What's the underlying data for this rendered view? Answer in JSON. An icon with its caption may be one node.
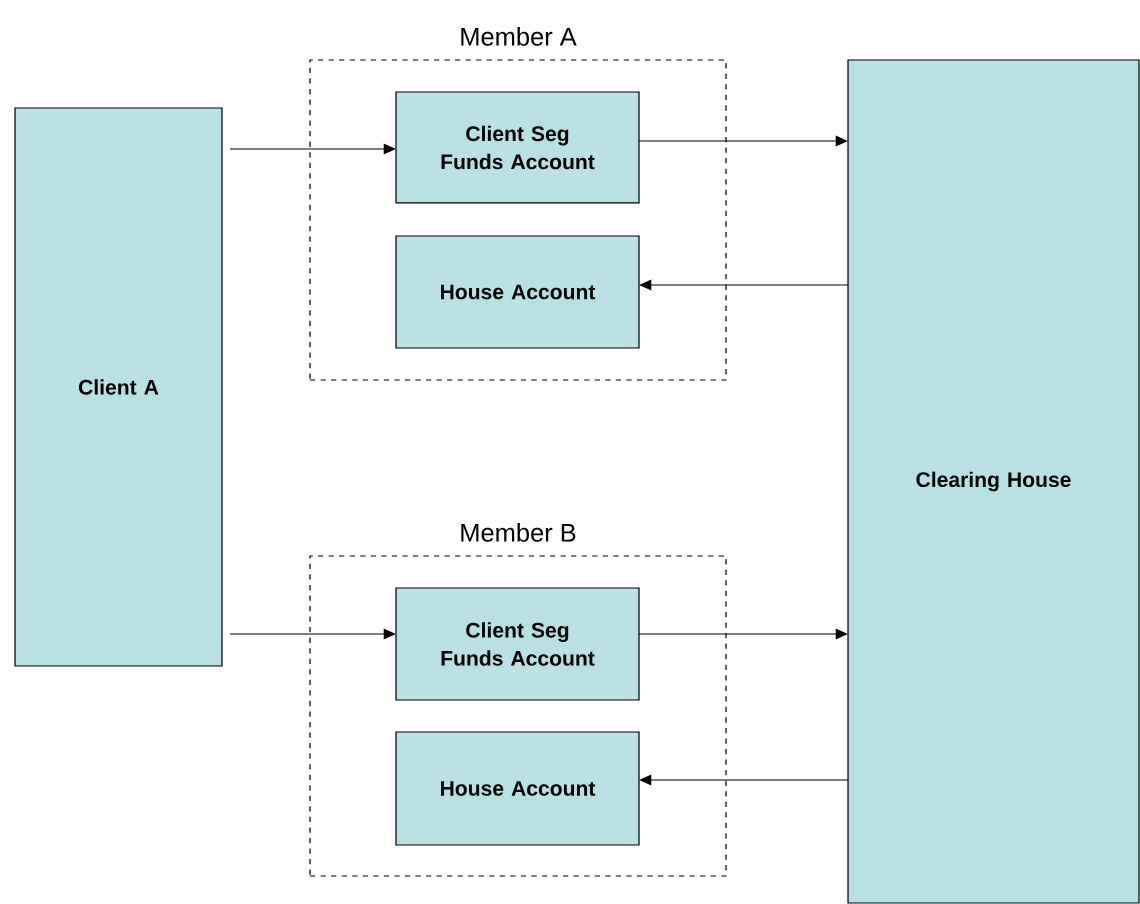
{
  "diagram": {
    "nodes": [
      {
        "text": [
          "Client A"
        ]
      },
      {
        "text": [
          "Member A"
        ]
      },
      {
        "text": [
          "Client Seg Funds Account"
        ],
        "in": 1
      },
      {
        "text": [
          "House Account"
        ],
        "in": 1
      },
      {
        "text": [
          "Member B"
        ]
      },
      {
        "text": [
          "Client Seg Funds Account"
        ],
        "in": 4
      },
      {
        "text": [
          "House Account"
        ],
        "in": 4
      },
      {
        "text": [
          "Clearing House"
        ]
      }
    ],
    "edges": [
      {
        "from": 0,
        "to": 2,
        "arrow": "to"
      },
      {
        "from": 2,
        "to": 7,
        "arrow": "to"
      },
      {
        "from": 7,
        "to": 3,
        "arrow": "to"
      },
      {
        "from": 0,
        "to": 5,
        "arrow": "to"
      },
      {
        "from": 5,
        "to": 7,
        "arrow": "to"
      },
      {
        "from": 7,
        "to": 6,
        "arrow": "to"
      }
    ]
  }
}
